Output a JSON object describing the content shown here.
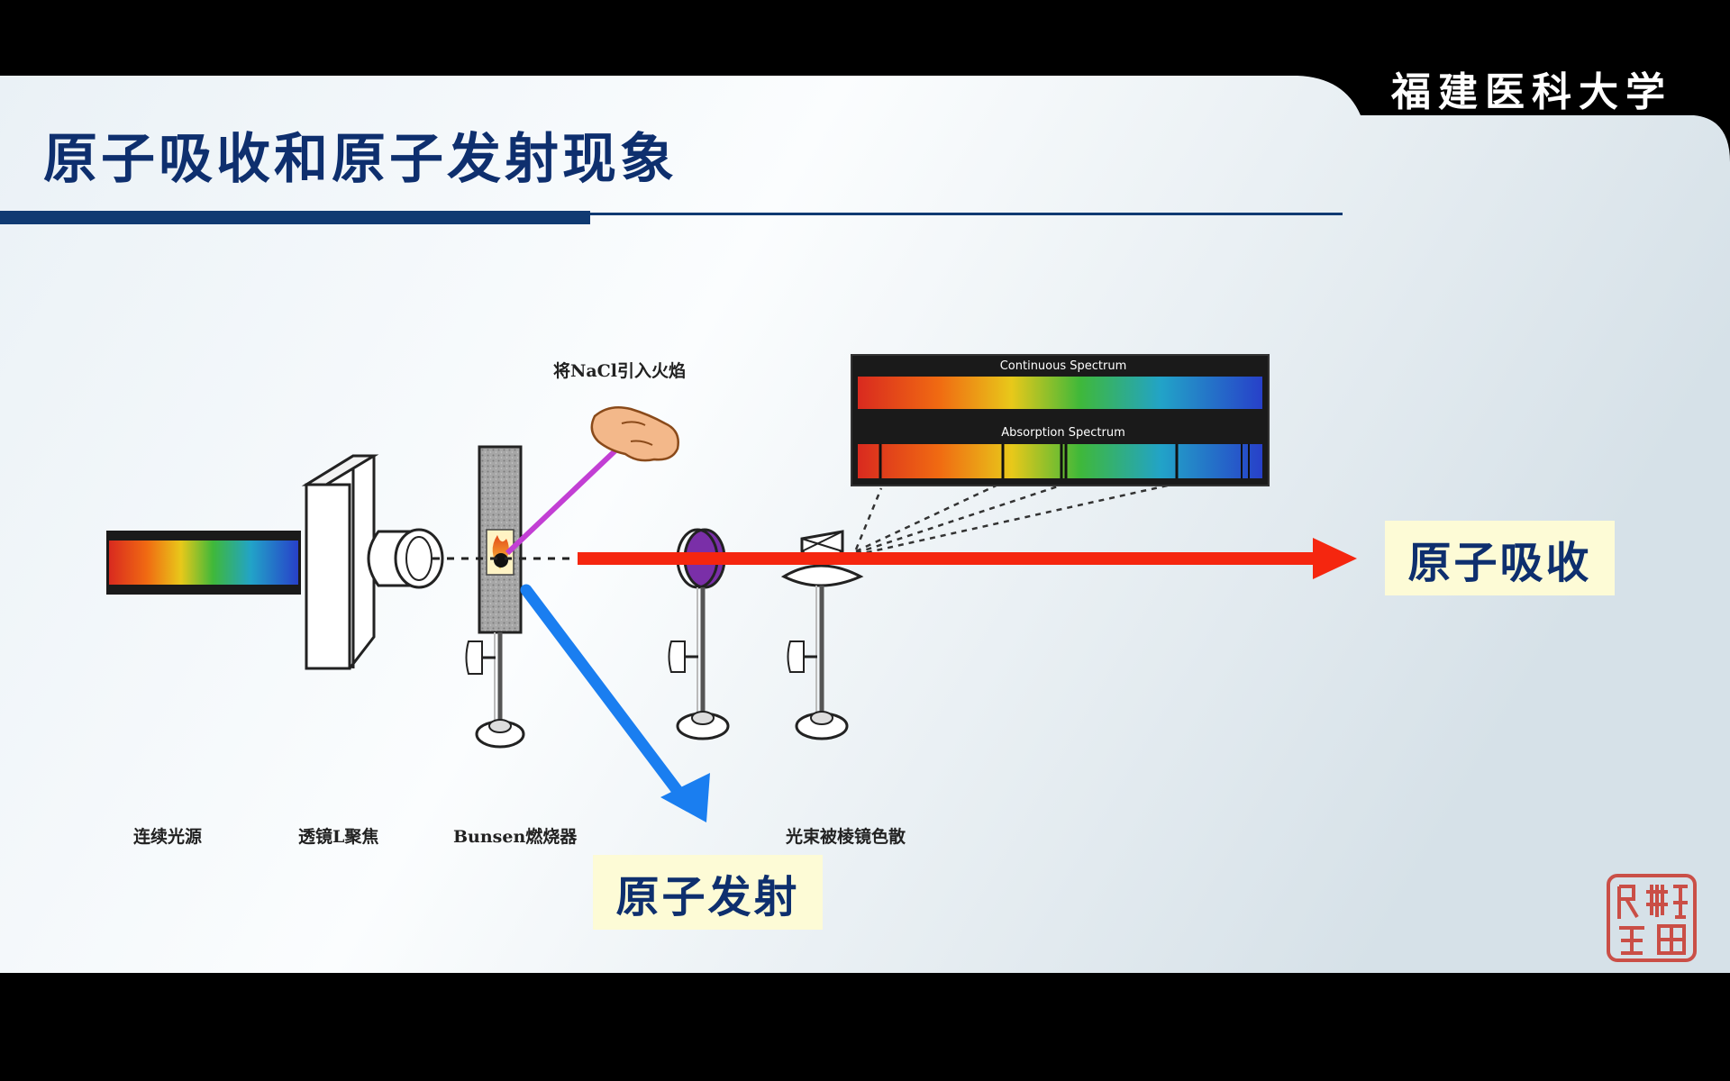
{
  "header": {
    "title": "原子吸收和原子发射现象",
    "institution": "福建医科大学"
  },
  "diagram": {
    "top_label": "将NaCl引入火焰",
    "spectrum_box": {
      "continuous_label": "Continuous Spectrum",
      "absorption_label": "Absorption Spectrum"
    },
    "bottom_labels": [
      "连续光源",
      "透镜L聚焦",
      "Bunsen燃烧器",
      "光束被棱镜色散"
    ],
    "callouts": {
      "absorption": "原子吸收",
      "emission": "原子发射"
    }
  },
  "colors": {
    "title": "#0e2f6e",
    "absorption_arrow": "#f5260f",
    "emission_arrow": "#1a7ef0",
    "callout_bg": "#fdfbd6",
    "seal": "#c8352a"
  }
}
